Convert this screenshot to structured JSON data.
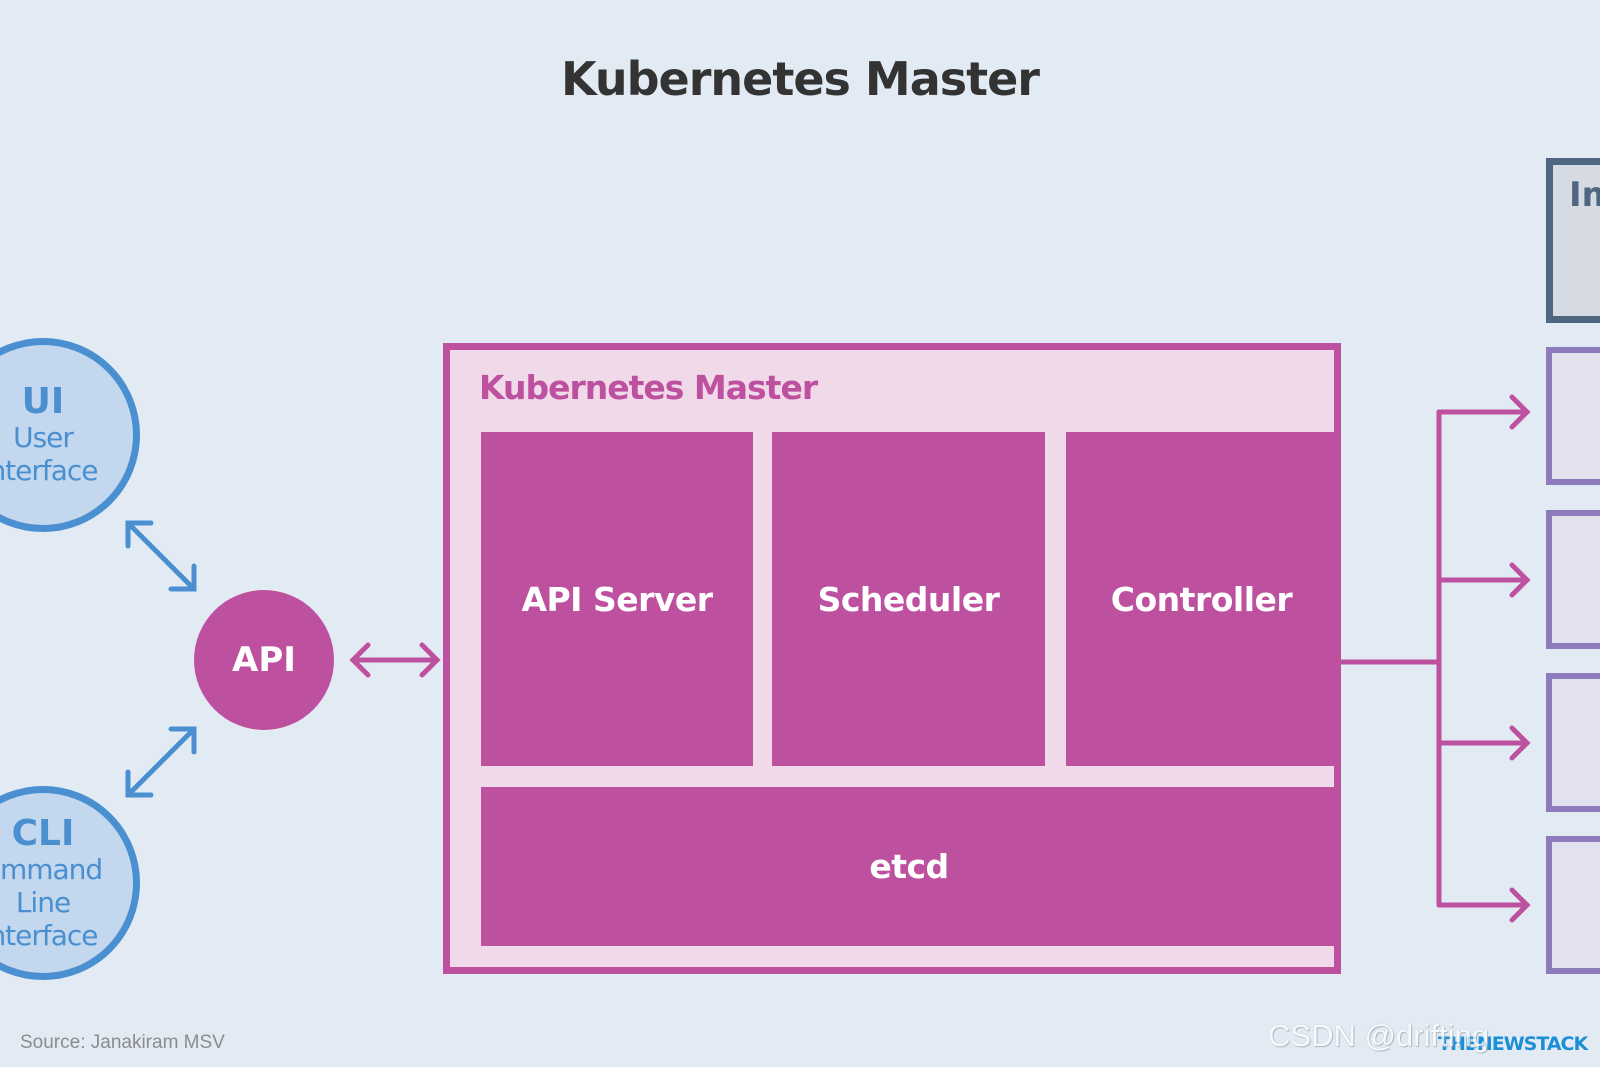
{
  "title": "Kubernetes Master",
  "clients": {
    "ui": {
      "abbr": "UI",
      "line1": "User",
      "line2": "nterface"
    },
    "cli": {
      "abbr": "CLI",
      "line1": "ommand",
      "line2": "Line",
      "line3": "nterface"
    }
  },
  "api": {
    "label": "API"
  },
  "master": {
    "label": "Kubernetes Master",
    "components": {
      "api_server": "API Server",
      "scheduler": "Scheduler",
      "controller": "Controller",
      "etcd": "etcd"
    }
  },
  "image_registry": {
    "label_partial": "Im"
  },
  "footer": {
    "source": "Source: Janakiram MSV",
    "watermark": "CSDN @drifting",
    "brand": "THENEWSTACK"
  },
  "colors": {
    "background": "#e2ebf4",
    "magenta": "#be519f",
    "client_blue": "#4a8fd0",
    "node_purple": "#8d7bbd",
    "registry_slate": "#4f6680"
  }
}
